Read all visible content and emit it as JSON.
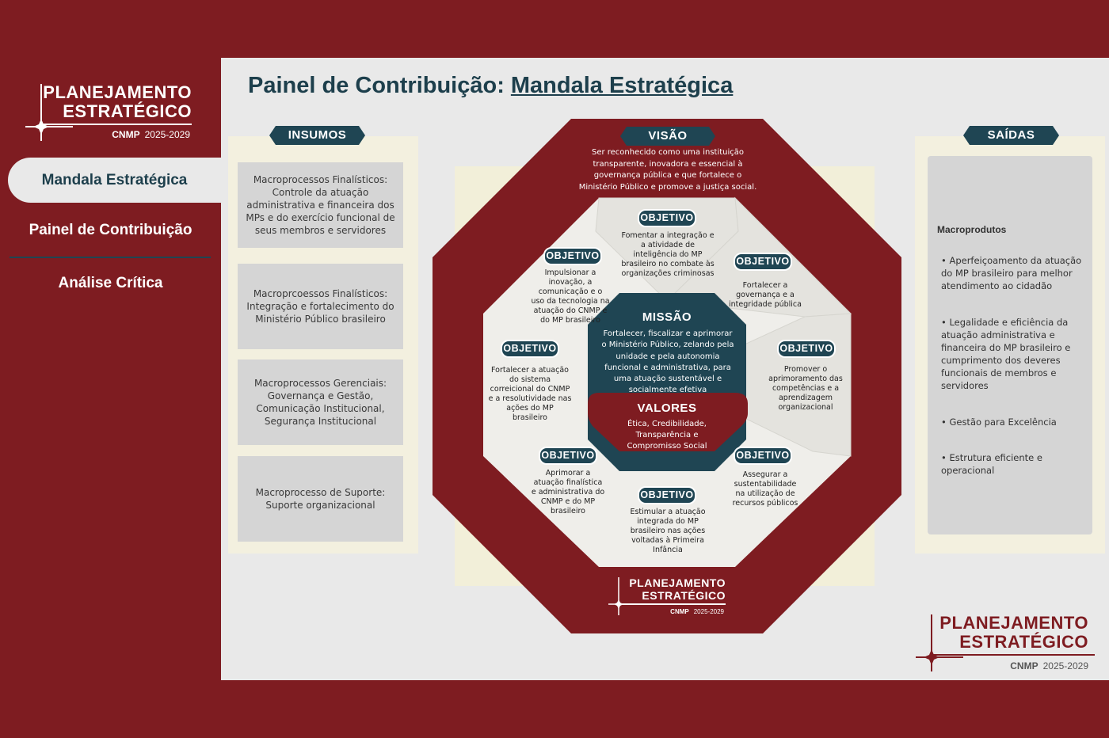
{
  "app": {
    "title_prefix": "Painel de Contribuição:",
    "title_link": "Mandala Estratégica"
  },
  "logo": {
    "line1": "PLANEJAMENTO",
    "line2": "ESTRATÉGICO",
    "org": "CNMP",
    "years": "2025-2029"
  },
  "nav": {
    "items": [
      {
        "label": "Mandala Estratégica",
        "active": true
      },
      {
        "label": "Painel de Contribuição",
        "active": false
      },
      {
        "label": "Análise Crítica",
        "active": false
      }
    ]
  },
  "insumos": {
    "label": "INSUMOS",
    "items": [
      "Macroprocessos Finalísticos: Controle da atuação administrativa e financeira dos MPs e do exercício funcional de seus membros e servidores",
      "Macroprcoessos Finalísticos: Integração e fortalecimento do Ministério Público brasileiro",
      "Macroprocessos Gerenciais: Governança e Gestão, Comunicação Institucional, Segurança Institucional",
      "Macroprocesso de Suporte: Suporte organizacional"
    ]
  },
  "saidas": {
    "label": "SAÍDAS",
    "heading": "Macroprodutos",
    "items": [
      "Aperfeiçoamento da atuação do MP brasileiro para melhor atendimento ao cidadão",
      "Legalidade e eficiência da atuação administrativa e financeira do MP brasileiro e cumprimento dos deveres funcionais de membros e servidores",
      "Gestão para Excelência",
      "Estrutura eficiente e operacional"
    ]
  },
  "mandala": {
    "visao_label": "VISÃO",
    "visao_text": "Ser reconhecido como uma instituição transparente, inovadora e essencial à governança pública e que fortalece o Ministério Público e promove a justiça social.",
    "missao_label": "MISSÃO",
    "missao_text": "Fortalecer, fiscalizar e aprimorar o Ministério Público, zelando pela unidade e pela autonomia funcional e administrativa, para uma atuação sustentável e socialmente efetiva",
    "valores_label": "VALORES",
    "valores_text": "Ética, Credibilidade, Transparência e Compromisso Social",
    "objetivo_label": "OBJETIVO",
    "objetivos": [
      "Fomentar a integração e a atividade de inteligência do MP brasileiro no combate às organizações criminosas",
      "Fortalecer a governança e a integridade pública",
      "Promover o aprimoramento das competências e a aprendizagem organizacional",
      "Assegurar a sustentabilidade na utilização de recursos públicos",
      "Estimular a atuação integrada do MP brasileiro nas ações voltadas à Primeira Infância",
      "Aprimorar a atuação finalística e administrativa do CNMP e do MP brasileiro",
      "Fortalecer a atuação do sistema correicional do CNMP e a resolutividade nas ações do MP brasileiro",
      "Impulsionar a inovação, a comunicação e o uso da tecnologia na atuação do CNMP e do MP brasileiro"
    ]
  },
  "colors": {
    "burgundy": "#7e1c21",
    "navy": "#1f4553",
    "panel": "#e9e9e9"
  }
}
